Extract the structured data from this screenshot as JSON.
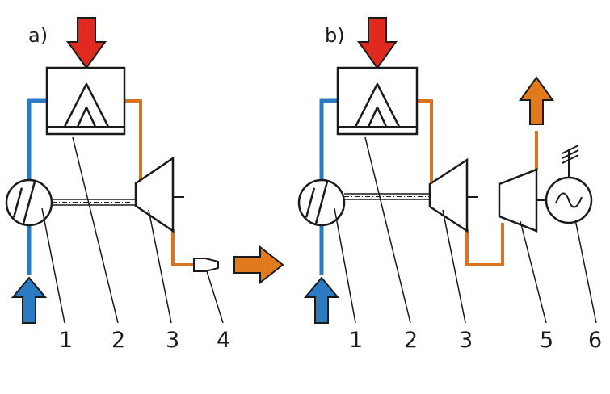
{
  "panels": {
    "a": {
      "label": "a)",
      "callouts": [
        "1",
        "2",
        "3",
        "4"
      ]
    },
    "b": {
      "label": "b)",
      "callouts": [
        "1",
        "2",
        "3",
        "5",
        "6"
      ]
    }
  },
  "colors": {
    "heat_input": "#e02a20",
    "cold_flow": "#2a7bc1",
    "hot_flow": "#e07a1c",
    "line": "#1a1a1a"
  }
}
